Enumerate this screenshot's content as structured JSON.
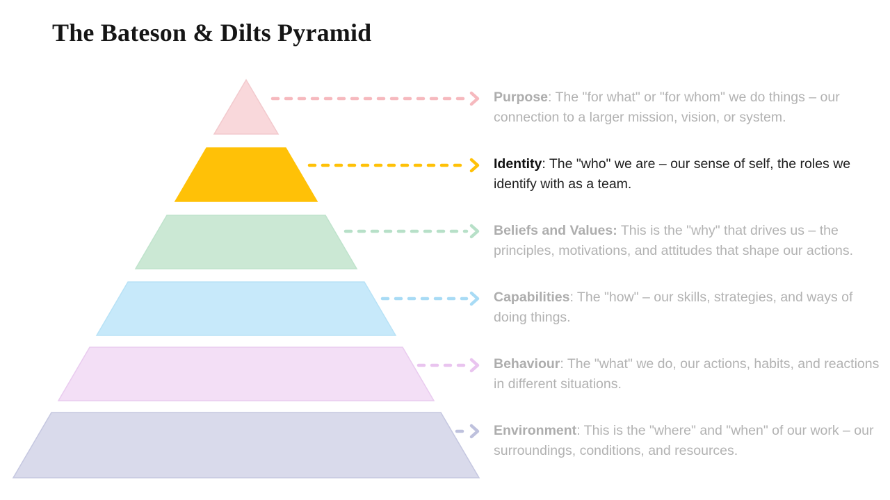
{
  "title": "The Bateson & Dilts Pyramid",
  "pyramid": {
    "levels": [
      {
        "name": "Purpose",
        "label": "Purpose",
        "rest": ": The \"for what\" or \"for whom\" we do things – our connection to a larger mission, vision, or system.",
        "fill": "#F9D8DB",
        "stroke": "#F2C9CD",
        "arrow": "#F6B9BE",
        "emphasized": false
      },
      {
        "name": "Identity",
        "label": "Identity",
        "rest": ": The \"who\" we are – our sense of self, the roles we identify with as a team.",
        "fill": "#FFC107",
        "stroke": "#FFC107",
        "arrow": "#FFC107",
        "emphasized": true
      },
      {
        "name": "Beliefs and Values",
        "label": "Beliefs and Values:",
        "rest": " This is the \"why\" that drives us – the principles, motivations, and attitudes that shape our actions.",
        "fill": "#CBE8D4",
        "stroke": "#BFE3CC",
        "arrow": "#B7E0C8",
        "emphasized": false
      },
      {
        "name": "Capabilities",
        "label": "Capabilities",
        "rest": ": The \"how\" – our skills, strategies, and ways of doing things.",
        "fill": "#C7E9FA",
        "stroke": "#B8E2F6",
        "arrow": "#A8DBF5",
        "emphasized": false
      },
      {
        "name": "Behaviour",
        "label": "Behaviour",
        "rest": ": The \"what\" we do, our actions, habits, and reactions in different situations.",
        "fill": "#F3DFF6",
        "stroke": "#E9CBEF",
        "arrow": "#E9C4EF",
        "emphasized": false
      },
      {
        "name": "Environment",
        "label": "Environment",
        "rest": ": This is the \"where\" and \"when\" of our work – our surroundings, conditions, and resources.",
        "fill": "#D9DAEB",
        "stroke": "#C5C7E0",
        "arrow": "#BEC1DD",
        "emphasized": false
      }
    ]
  }
}
